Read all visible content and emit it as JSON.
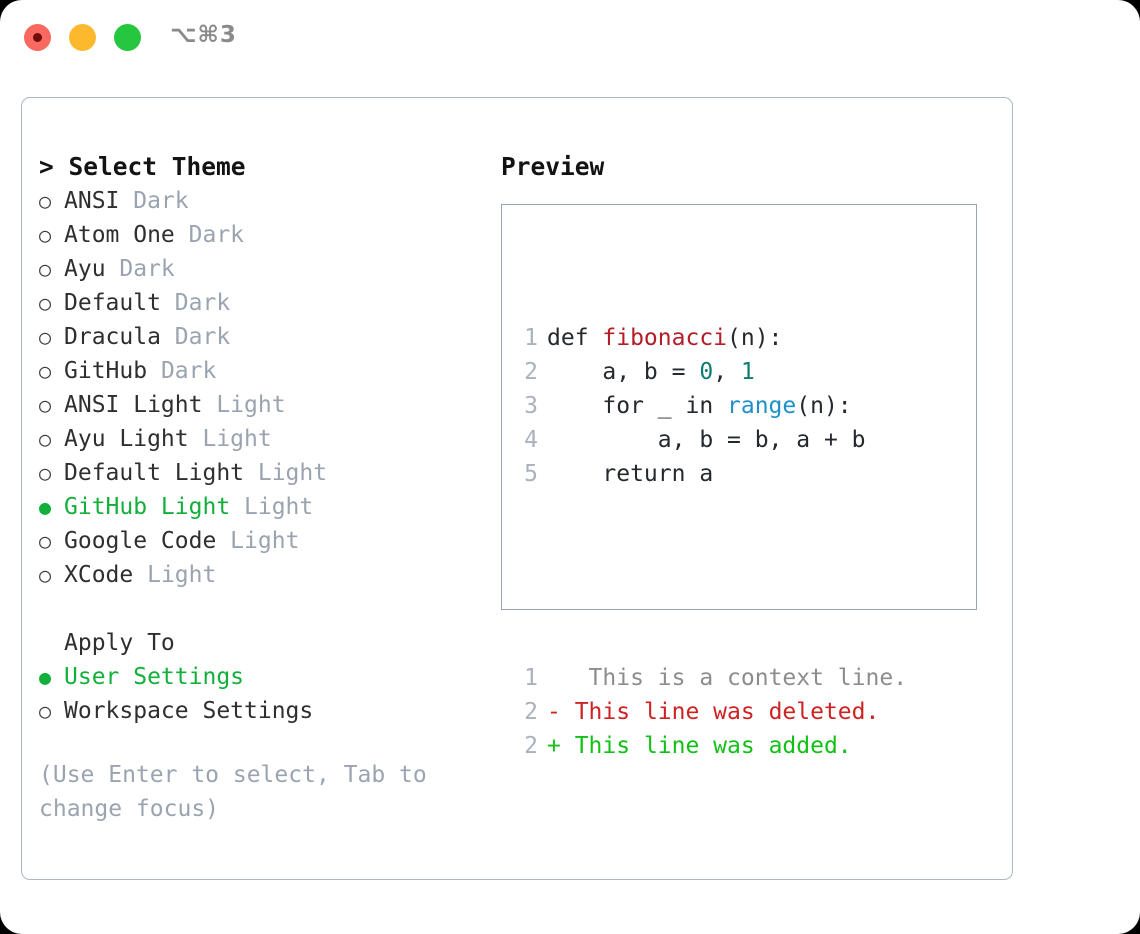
{
  "titlebar": {
    "shortcut": "⌥⌘3",
    "lights": [
      "close-red",
      "minimize-amber",
      "maximize-green"
    ]
  },
  "left_panel": {
    "heading": "> Select Theme",
    "themes": [
      {
        "marker": "○",
        "name": "ANSI",
        "tag": "Dark",
        "selected": false
      },
      {
        "marker": "○",
        "name": "Atom One",
        "tag": "Dark",
        "selected": false
      },
      {
        "marker": "○",
        "name": "Ayu",
        "tag": "Dark",
        "selected": false
      },
      {
        "marker": "○",
        "name": "Default",
        "tag": "Dark",
        "selected": false
      },
      {
        "marker": "○",
        "name": "Dracula",
        "tag": "Dark",
        "selected": false
      },
      {
        "marker": "○",
        "name": "GitHub",
        "tag": "Dark",
        "selected": false
      },
      {
        "marker": "○",
        "name": "ANSI Light",
        "tag": "Light",
        "selected": false
      },
      {
        "marker": "○",
        "name": "Ayu Light",
        "tag": "Light",
        "selected": false
      },
      {
        "marker": "○",
        "name": "Default Light",
        "tag": "Light",
        "selected": false
      },
      {
        "marker": "●",
        "name": "GitHub Light",
        "tag": "Light",
        "selected": true
      },
      {
        "marker": "○",
        "name": "Google Code",
        "tag": "Light",
        "selected": false
      },
      {
        "marker": "○",
        "name": "XCode",
        "tag": "Light",
        "selected": false
      }
    ],
    "apply_to": {
      "heading": "Apply To",
      "options": [
        {
          "marker": "●",
          "name": "User Settings",
          "selected": true
        },
        {
          "marker": "○",
          "name": "Workspace Settings",
          "selected": false
        }
      ]
    },
    "hint": "(Use Enter to select, Tab to change focus)"
  },
  "right_panel": {
    "heading": "Preview",
    "code_lines": [
      {
        "no": "1",
        "tokens": [
          {
            "t": "def ",
            "c": "plain"
          },
          {
            "t": "fibonacci",
            "c": "fn"
          },
          {
            "t": "(n):",
            "c": "plain"
          }
        ]
      },
      {
        "no": "2",
        "tokens": [
          {
            "t": "    a, b = ",
            "c": "plain"
          },
          {
            "t": "0",
            "c": "num"
          },
          {
            "t": ", ",
            "c": "plain"
          },
          {
            "t": "1",
            "c": "num"
          }
        ]
      },
      {
        "no": "3",
        "tokens": [
          {
            "t": "    for _ in ",
            "c": "plain"
          },
          {
            "t": "range",
            "c": "call"
          },
          {
            "t": "(n):",
            "c": "plain"
          }
        ]
      },
      {
        "no": "4",
        "tokens": [
          {
            "t": "        a, b = b, a + b",
            "c": "plain"
          }
        ]
      },
      {
        "no": "5",
        "tokens": [
          {
            "t": "    return a",
            "c": "plain"
          }
        ]
      }
    ],
    "diff_lines": [
      {
        "no": "1",
        "marker": " ",
        "text": "  This is a context line.",
        "kind": "ctx"
      },
      {
        "no": "2",
        "marker": "-",
        "text": " This line was deleted.",
        "kind": "del"
      },
      {
        "no": "2",
        "marker": "+",
        "text": " This line was added.",
        "kind": "add"
      }
    ]
  },
  "colors": {
    "accent_green": "#12b03a",
    "muted": "#9aa4b0",
    "panel_border": "#aeb8c4",
    "token_function": "#b31d28",
    "token_number": "#0e7c73",
    "token_call": "#1e90c8",
    "diff_added": "#12c116",
    "diff_deleted": "#cf2323"
  }
}
